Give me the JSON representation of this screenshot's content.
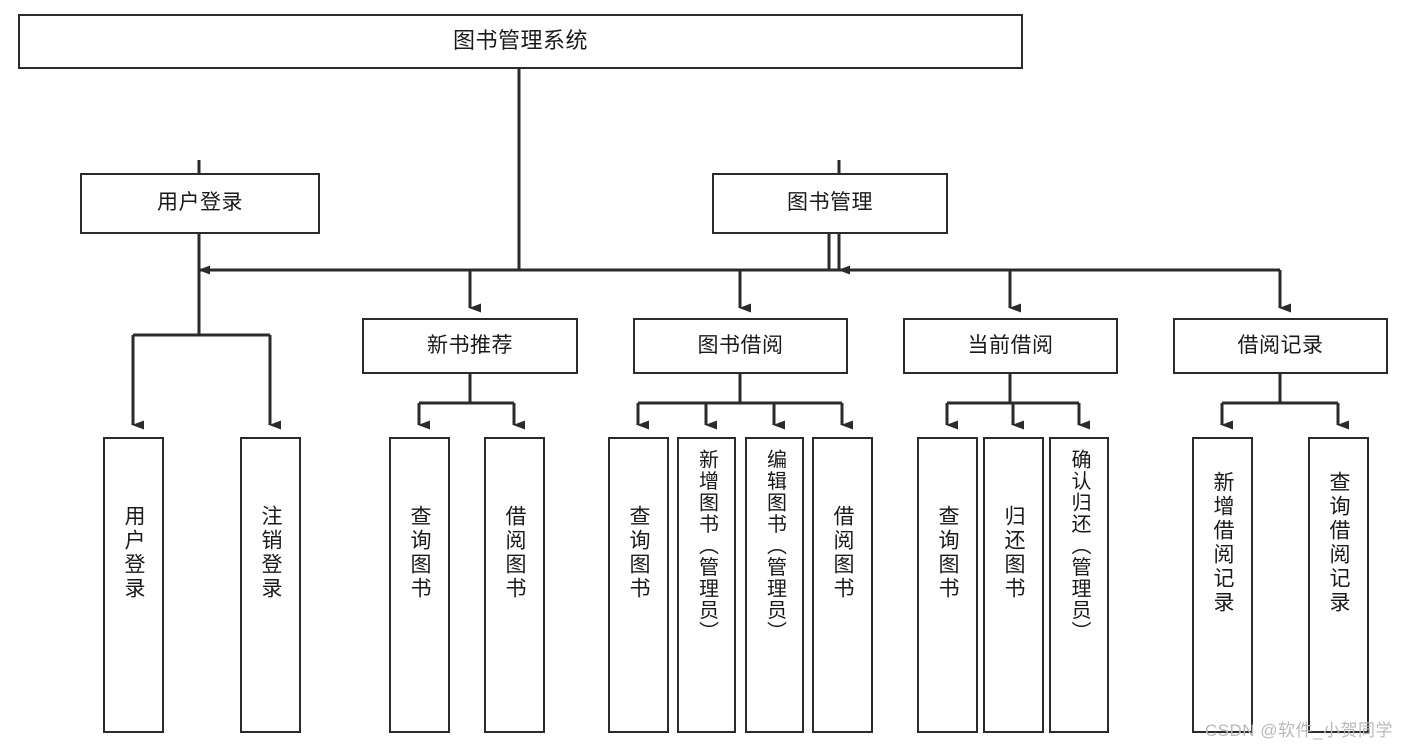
{
  "diagram": {
    "title": "图书管理系统",
    "type": "tree-hierarchy",
    "watermark": "CSDN @软件_小贺同学",
    "colors": {
      "stroke": "#2b2b2b",
      "fill": "#ffffff",
      "text": "#1a1a1a",
      "watermark": "#b9b9b9"
    },
    "nodes": {
      "root": {
        "label": "图书管理系统"
      },
      "level2": [
        {
          "id": "user-login",
          "label": "用户登录"
        },
        {
          "id": "book-manage",
          "label": "图书管理"
        }
      ],
      "level3": [
        {
          "id": "new-book-rec",
          "label": "新书推荐"
        },
        {
          "id": "book-borrow",
          "label": "图书借阅"
        },
        {
          "id": "current-borrow",
          "label": "当前借阅"
        },
        {
          "id": "borrow-record",
          "label": "借阅记录"
        }
      ],
      "leaves": {
        "user-login": [
          {
            "id": "leaf-user-login",
            "label": "用户登录"
          },
          {
            "id": "leaf-user-logout",
            "label": "注销登录"
          }
        ],
        "new-book-rec": [
          {
            "id": "leaf-query-book-1",
            "label": "查询图书"
          },
          {
            "id": "leaf-borrow-book-1",
            "label": "借阅图书"
          }
        ],
        "book-borrow": [
          {
            "id": "leaf-query-book-2",
            "label": "查询图书"
          },
          {
            "id": "leaf-add-book",
            "label": "新增图书（管理员）"
          },
          {
            "id": "leaf-edit-book",
            "label": "编辑图书（管理员）"
          },
          {
            "id": "leaf-borrow-book-2",
            "label": "借阅图书"
          }
        ],
        "current-borrow": [
          {
            "id": "leaf-query-book-3",
            "label": "查询图书"
          },
          {
            "id": "leaf-return-book",
            "label": "归还图书"
          },
          {
            "id": "leaf-confirm-return",
            "label": "确认归还（管理员）"
          }
        ],
        "borrow-record": [
          {
            "id": "leaf-add-record",
            "label": "新增借阅记录"
          },
          {
            "id": "leaf-query-record",
            "label": "查询借阅记录"
          }
        ]
      }
    }
  }
}
